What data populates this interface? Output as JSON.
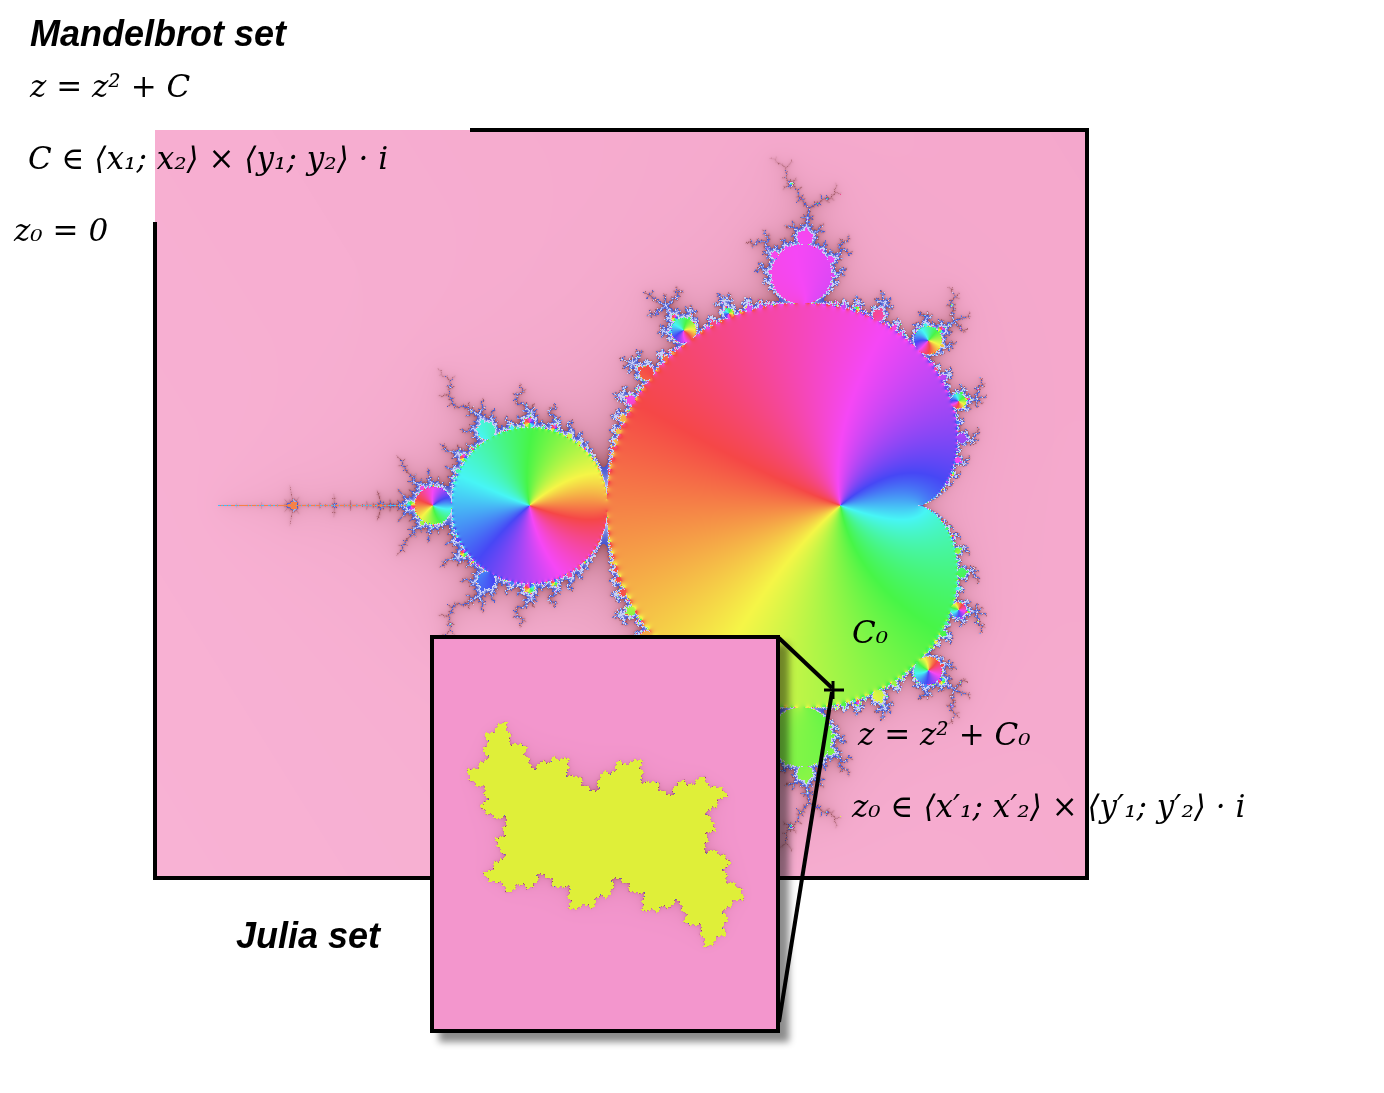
{
  "diagram": {
    "nodes": [
      {
        "text": [
          "Mandelbrot set",
          "z = z² + C",
          "C ∈ ⟨x₁; x₂⟩ × ⟨y₁; y₂⟩ · i",
          "z₀ = 0"
        ]
      },
      {
        "text": [
          "Julia set"
        ]
      }
    ],
    "labels": [
      "C₀",
      "z = z² + C₀",
      "z₀ ∈ ⟨x′₁; x′₂⟩ × ⟨y′₁; y′₂⟩ · i"
    ]
  }
}
